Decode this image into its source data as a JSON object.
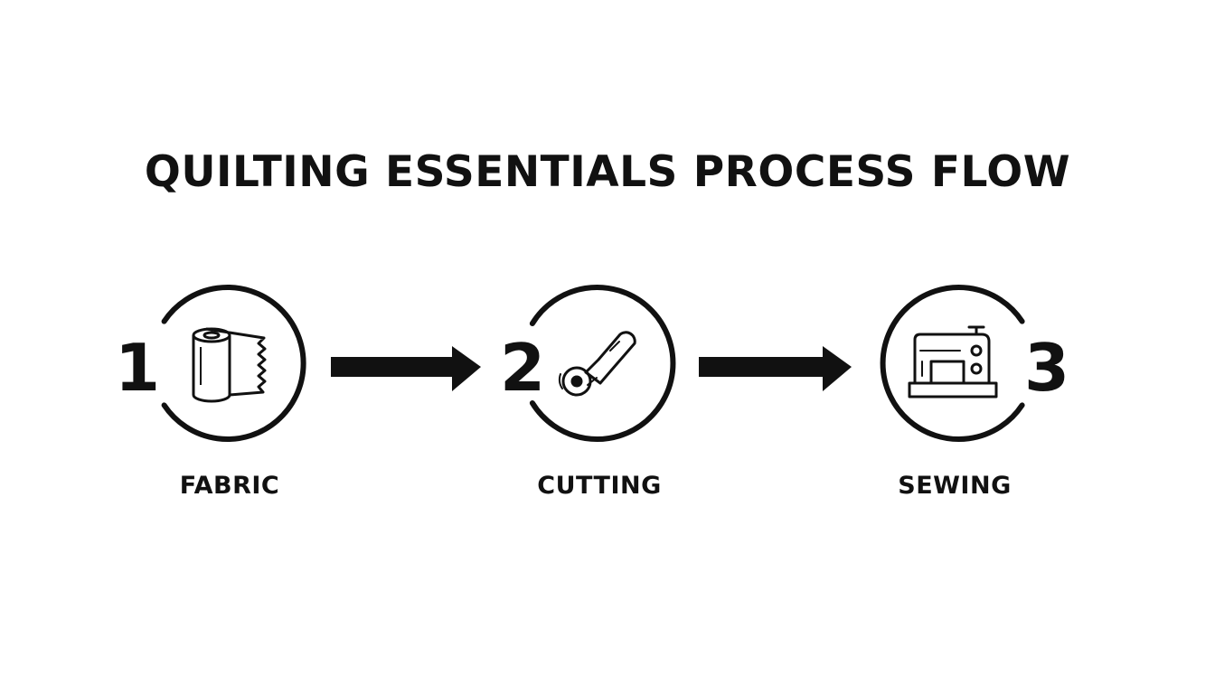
{
  "title": "QUILTING ESSENTIALS PROCESS FLOW",
  "steps": [
    {
      "number": "1",
      "label": "FABRIC",
      "icon": "fabric-roll-icon"
    },
    {
      "number": "2",
      "label": "CUTTING",
      "icon": "rotary-cutter-icon"
    },
    {
      "number": "3",
      "label": "SEWING",
      "icon": "sewing-machine-icon"
    }
  ],
  "colors": {
    "ink": "#111111",
    "background": "#ffffff"
  }
}
